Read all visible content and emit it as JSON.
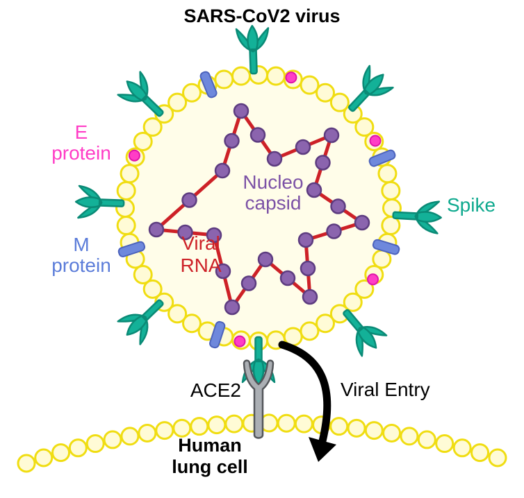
{
  "title": "SARS-CoV2 virus",
  "labels": {
    "e_protein": [
      "E",
      "protein"
    ],
    "m_protein": [
      "M",
      "protein"
    ],
    "spike": "Spike",
    "nucleocapsid": [
      "Nucleo",
      "capsid"
    ],
    "viral_rna": [
      "Viral",
      "RNA"
    ],
    "ace2": "ACE2",
    "viral_entry": "Viral Entry",
    "human_lung_cell": [
      "Human",
      "lung cell"
    ]
  },
  "colors": {
    "virus_interior": "#FFFDE9",
    "membrane_fill": "#FFFBD6",
    "membrane_stroke": "#F0DD12",
    "spike_fill": "#13B198",
    "spike_stroke": "#0A8A76",
    "m_protein_fill": "#6E88DC",
    "m_protein_stroke": "#4C63BC",
    "e_protein_fill": "#FF3DC6",
    "e_protein_stroke": "#DE14A8",
    "nucleocapsid_fill": "#8B64AE",
    "nucleocapsid_stroke": "#5D3C80",
    "rna_stroke": "#CD2127",
    "ace2_fill": "#ABAFB4",
    "ace2_stroke": "#53565A",
    "arrow_color": "#000000",
    "label_e_protein": "#FF3DC6",
    "label_m_protein": "#5B7CD9",
    "label_spike": "#0EA98E",
    "label_nucleocapsid": "#7C52A6",
    "label_viral_rna": "#CD2127",
    "label_text": "#000000"
  }
}
